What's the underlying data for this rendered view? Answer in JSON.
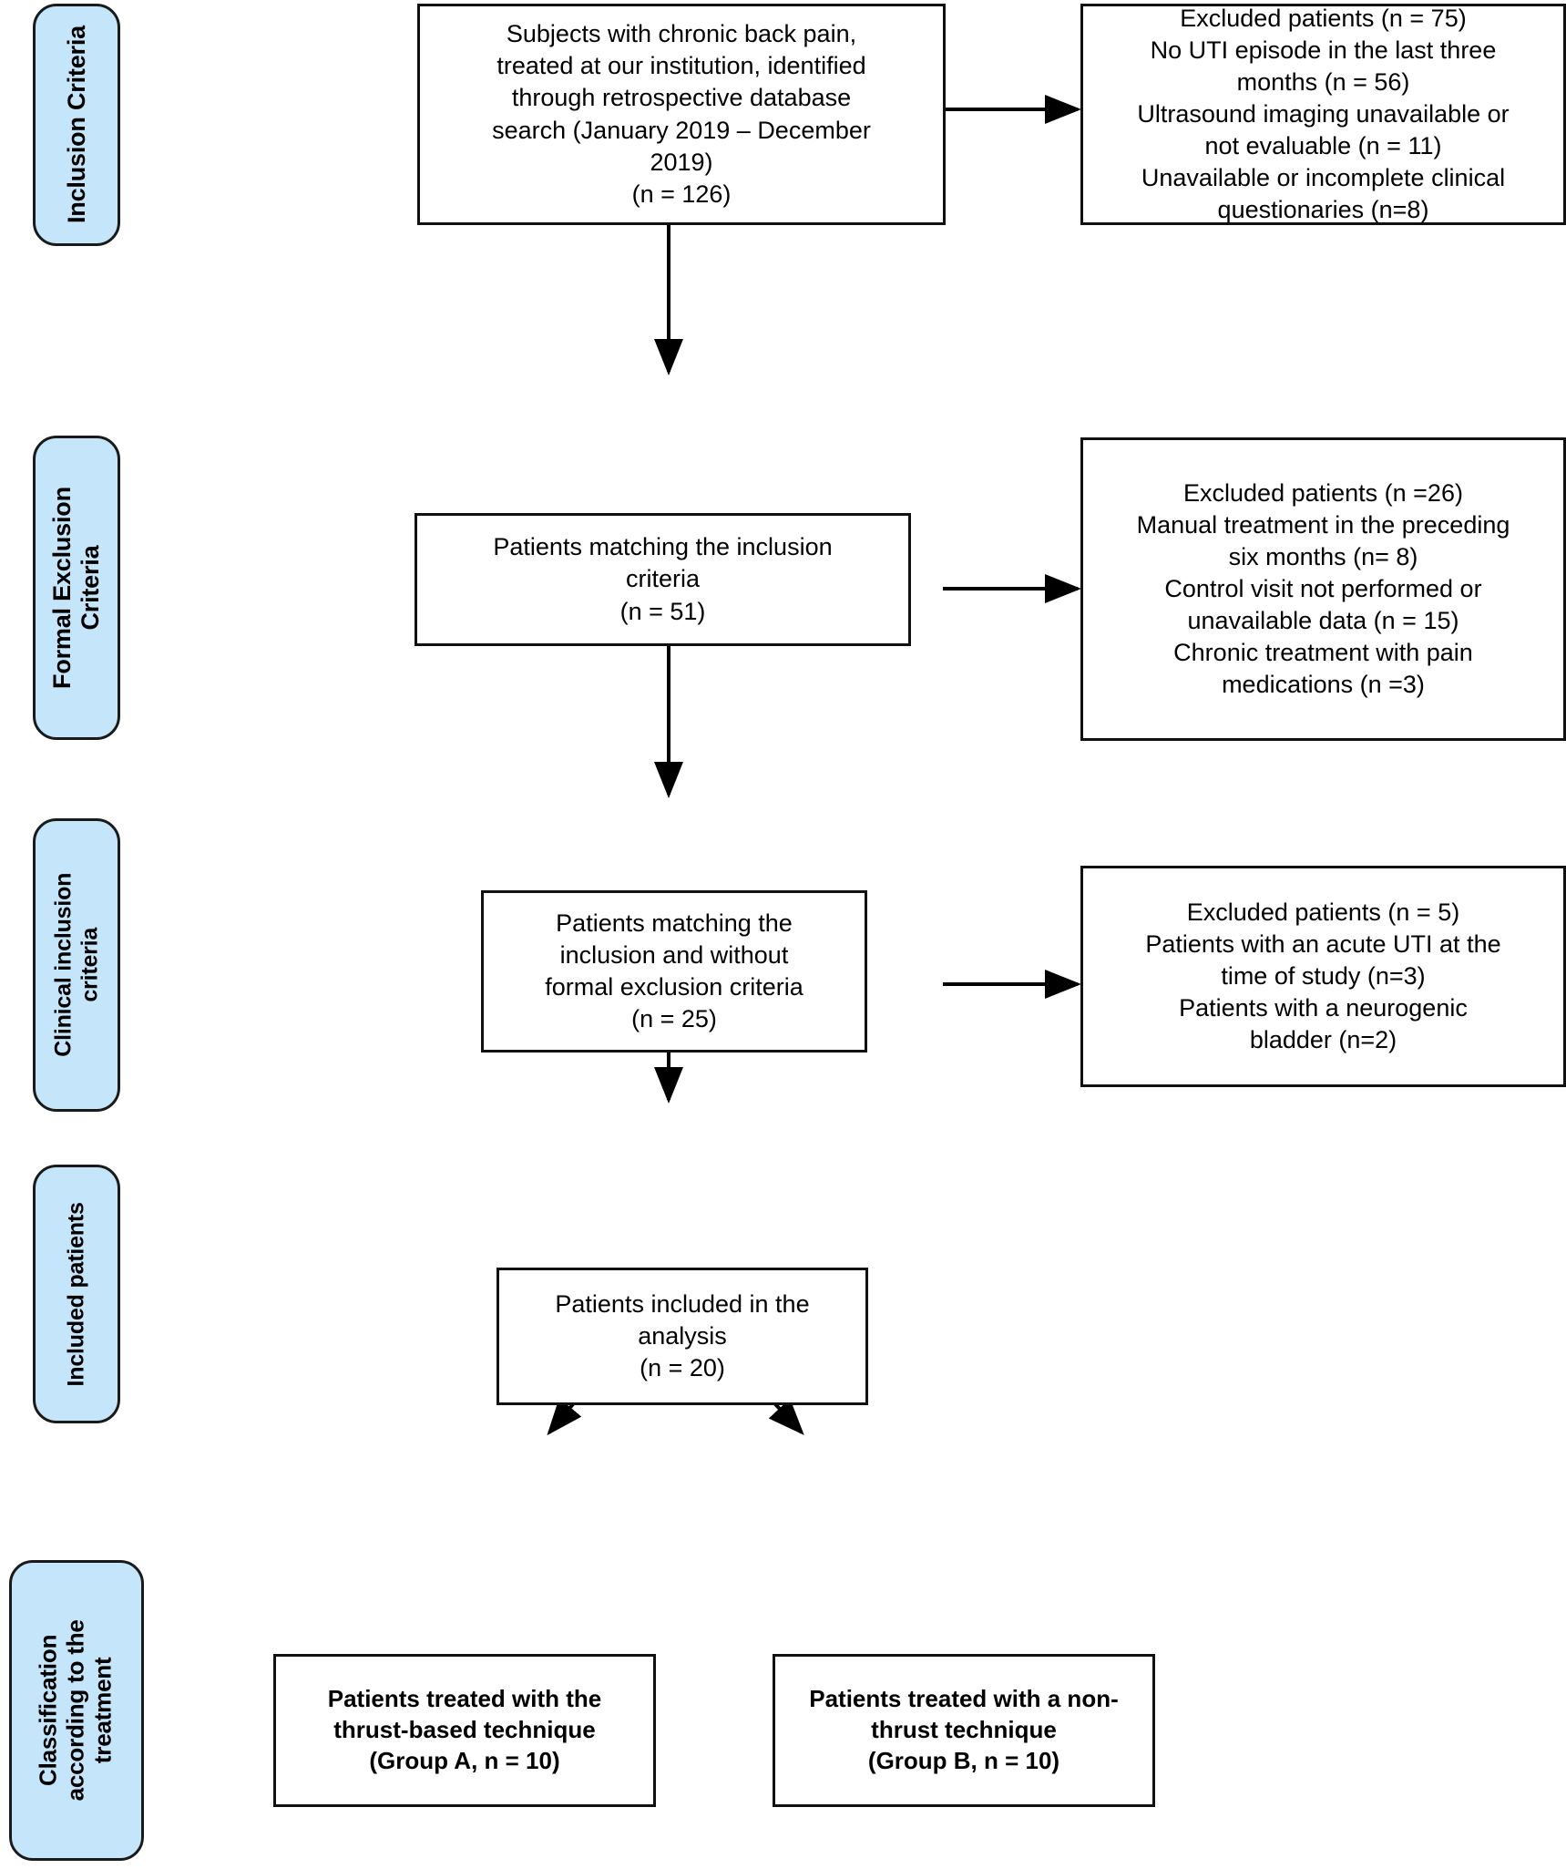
{
  "diagram": {
    "title": "Study participant flow diagram",
    "colors": {
      "stage_label_fill": "#c5e6fa",
      "stage_label_border": "#1a1a1a",
      "box_border": "#111111",
      "box_fill": "#ffffff",
      "arrow": "#000000",
      "text": "#000000"
    }
  },
  "stage_labels": [
    {
      "id": "inclusion-criteria",
      "lines": [
        "Inclusion Criteria"
      ]
    },
    {
      "id": "formal-exclusion",
      "lines": [
        "Formal Exclusion",
        "Criteria"
      ]
    },
    {
      "id": "clinical-inclusion",
      "lines": [
        "Clinical inclusion",
        "criteria"
      ]
    },
    {
      "id": "included-patients",
      "lines": [
        "Included patients"
      ]
    },
    {
      "id": "classification",
      "lines": [
        "Classification",
        "according to the",
        "treatment"
      ]
    }
  ],
  "boxes": {
    "identified": {
      "lines": [
        "Subjects with chronic back pain,",
        "treated at our institution, identified",
        "through retrospective database",
        "search (January 2019 – December",
        "2019)",
        "(n = 126)"
      ]
    },
    "excluded_1": {
      "lines": [
        "Excluded patients (n = 75)",
        "No UTI episode in the last three",
        "months (n = 56)",
        "Ultrasound imaging unavailable or",
        "not evaluable (n = 11)",
        "Unavailable or incomplete clinical",
        "questionaries (n=8)"
      ]
    },
    "matching_inclusion": {
      "lines": [
        "Patients matching the inclusion",
        "criteria",
        "(n = 51)"
      ]
    },
    "excluded_2": {
      "lines": [
        "Excluded patients (n =26)",
        "Manual treatment in the preceding",
        "six months (n= 8)",
        "Control visit not performed or",
        "unavailable data (n = 15)",
        "Chronic treatment with pain",
        "medications (n =3)"
      ]
    },
    "without_formal_exclusion": {
      "lines": [
        "Patients matching the",
        "inclusion and without",
        "formal exclusion criteria",
        "(n = 25)"
      ]
    },
    "excluded_3": {
      "lines": [
        "Excluded patients (n = 5)",
        "Patients with an acute UTI at the",
        "time of study (n=3)",
        "Patients with a neurogenic",
        "bladder (n=2)"
      ]
    },
    "included_analysis": {
      "lines": [
        "Patients included in the",
        "analysis",
        "(n = 20)"
      ]
    },
    "group_a": {
      "lines": [
        "Patients treated with the",
        "thrust-based technique",
        "(Group A,  n = 10)"
      ]
    },
    "group_b": {
      "lines": [
        "Patients treated with a non-",
        "thrust technique",
        "(Group B,  n = 10)"
      ]
    }
  }
}
